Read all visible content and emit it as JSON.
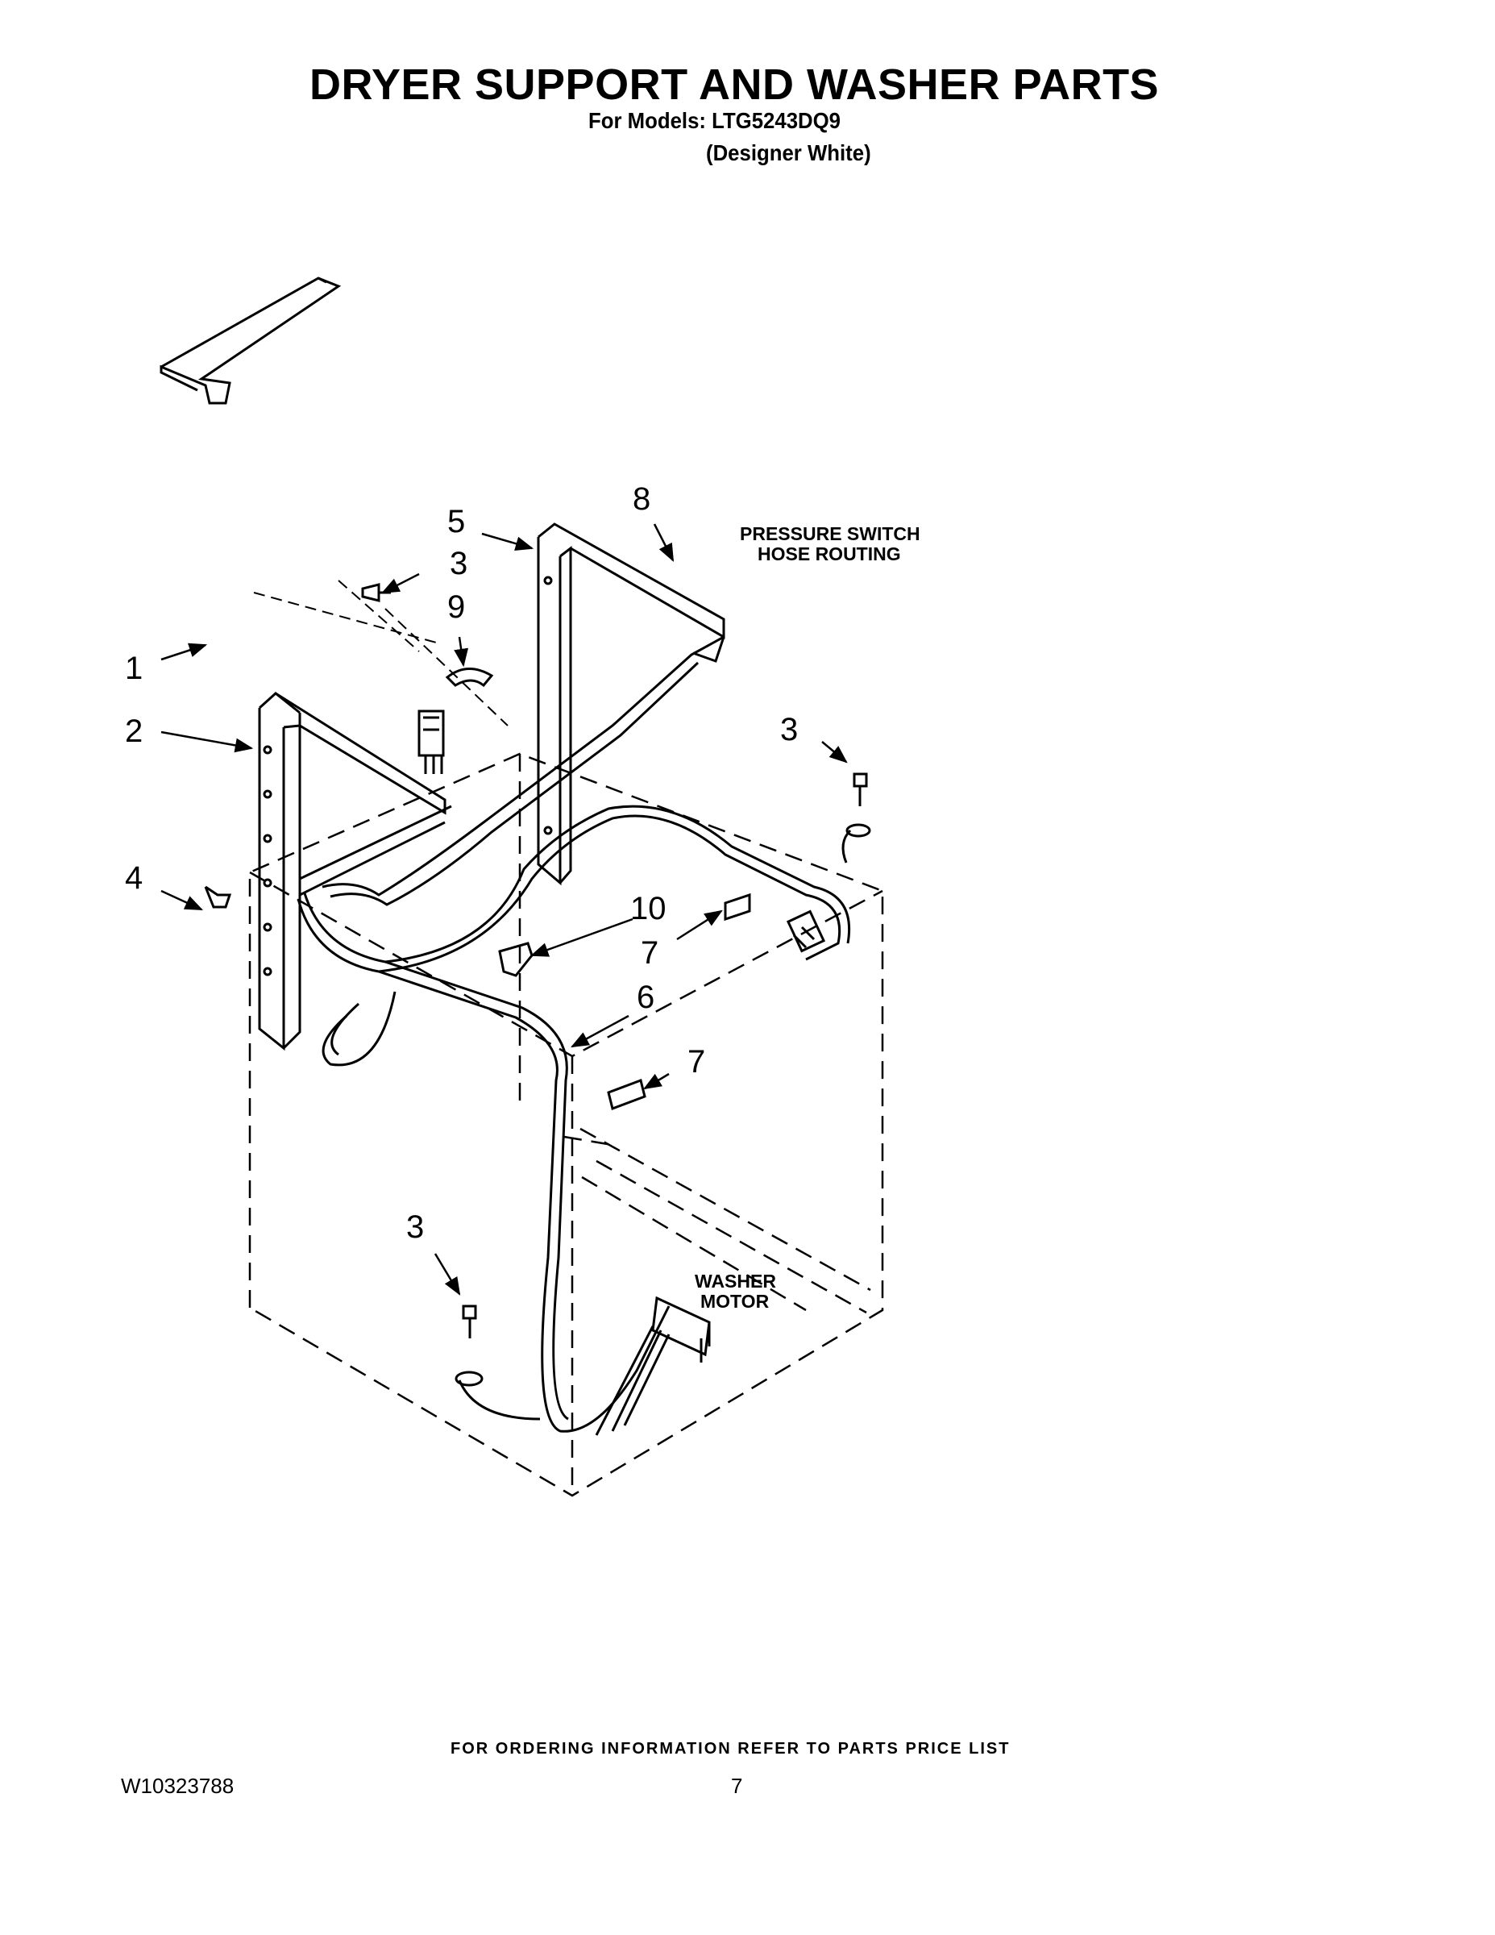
{
  "header": {
    "title": "DRYER SUPPORT AND WASHER PARTS",
    "models_line": "For Models: LTG5243DQ9",
    "finish_line": "(Designer White)"
  },
  "diagram": {
    "callouts": {
      "c1": "1",
      "c2": "2",
      "c3_top": "3",
      "c3_right": "3",
      "c3_bottom": "3",
      "c4": "4",
      "c5": "5",
      "c6": "6",
      "c7_upper": "7",
      "c7_lower": "7",
      "c8": "8",
      "c9": "9",
      "c10": "10"
    },
    "notes": {
      "pressure_line1": "PRESSURE SWITCH",
      "pressure_line2": "HOSE ROUTING",
      "washer_line1": "WASHER",
      "washer_line2": "MOTOR"
    }
  },
  "footer": {
    "ordering_info": "FOR ORDERING INFORMATION REFER TO PARTS PRICE LIST",
    "doc_number": "W10323788",
    "page_number": "7"
  }
}
